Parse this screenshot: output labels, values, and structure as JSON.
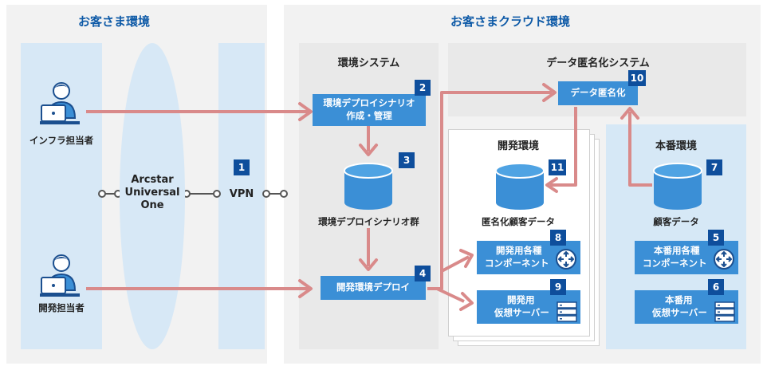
{
  "customer_env": {
    "title": "お客さま環境"
  },
  "cloud_env": {
    "title": "お客さまクラウド環境"
  },
  "users": {
    "infra": "インフラ担当者",
    "dev": "開発担当者"
  },
  "network": {
    "arcstar": [
      "Arcstar",
      "Universal",
      "One"
    ],
    "vpn": "VPN",
    "vpn_badge": "1"
  },
  "env_system": {
    "title": "環境システム",
    "create": {
      "lines": [
        "環境デプロイシナリオ",
        "作成・管理"
      ],
      "badge": "2"
    },
    "scenarios": {
      "label": "環境デプロイシナリオ群",
      "badge": "3"
    },
    "deploy": {
      "label": "開発環境デプロイ",
      "badge": "4"
    }
  },
  "anonymize_system": {
    "title": "データ匿名化システム",
    "box": {
      "label": "データ匿名化",
      "badge": "10"
    }
  },
  "dev_env": {
    "title": "開発環境",
    "db": {
      "label": "匿名化顧客データ",
      "badge": "11"
    },
    "components": {
      "lines": [
        "開発用各種",
        "コンポーネント"
      ],
      "badge": "8"
    },
    "servers": {
      "lines": [
        "開発用",
        "仮想サーバー"
      ],
      "badge": "9"
    }
  },
  "prod_env": {
    "title": "本番環境",
    "db": {
      "label": "顧客データ",
      "badge": "7"
    },
    "components": {
      "lines": [
        "本番用各種",
        "コンポーネント"
      ],
      "badge": "5"
    },
    "servers": {
      "lines": [
        "本番用",
        "仮想サーバー"
      ],
      "badge": "6"
    }
  },
  "colors": {
    "panel_title": "#0e5aa7",
    "box_fill": "#3b8fd6",
    "badge_fill": "#0e4e9c",
    "arrow": "#d98a8a",
    "column": "#d7e8f6"
  },
  "icons": [
    "person-laptop-icon",
    "database-icon",
    "router-icon",
    "server-rack-icon"
  ]
}
